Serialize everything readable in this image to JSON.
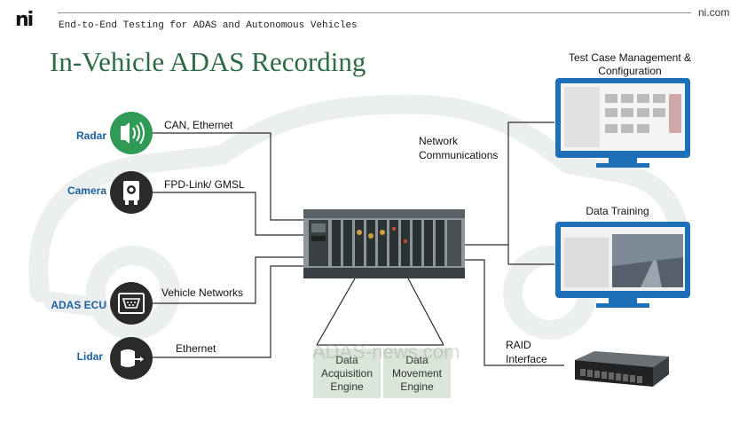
{
  "header": {
    "logo": "ni",
    "subtitle": "End-to-End Testing for ADAS and Autonomous Vehicles",
    "site": "ni.com"
  },
  "title": "In-Vehicle ADAS Recording",
  "sources": [
    {
      "label": "Radar",
      "icon": "radar-icon",
      "link": "CAN, Ethernet"
    },
    {
      "label": "Camera",
      "icon": "camera-icon",
      "link": "FPD-Link/ GMSL"
    },
    {
      "label": "ADAS ECU",
      "icon": "ecu-connector-icon",
      "link": "Vehicle Networks"
    },
    {
      "label": "Lidar",
      "icon": "lidar-icon",
      "link": "Ethernet"
    }
  ],
  "network_label": "Network\nCommunications",
  "destinations": {
    "test_case": "Test Case Management &\nConfiguration",
    "data_training": "Data Training",
    "raid": "RAID\nInterface"
  },
  "engines": [
    "Data\nAcquisition\nEngine",
    "Data\nMovement\nEngine"
  ],
  "watermark": "ADAS-news.com",
  "colors": {
    "title": "#2d6b45",
    "source_label": "#1d5f9f",
    "radar_icon_bg": "#2e9a55",
    "dark_icon_bg": "#2a2a2a",
    "monitor": "#1d6fb8",
    "engine_bg": "#d9e6d9"
  }
}
